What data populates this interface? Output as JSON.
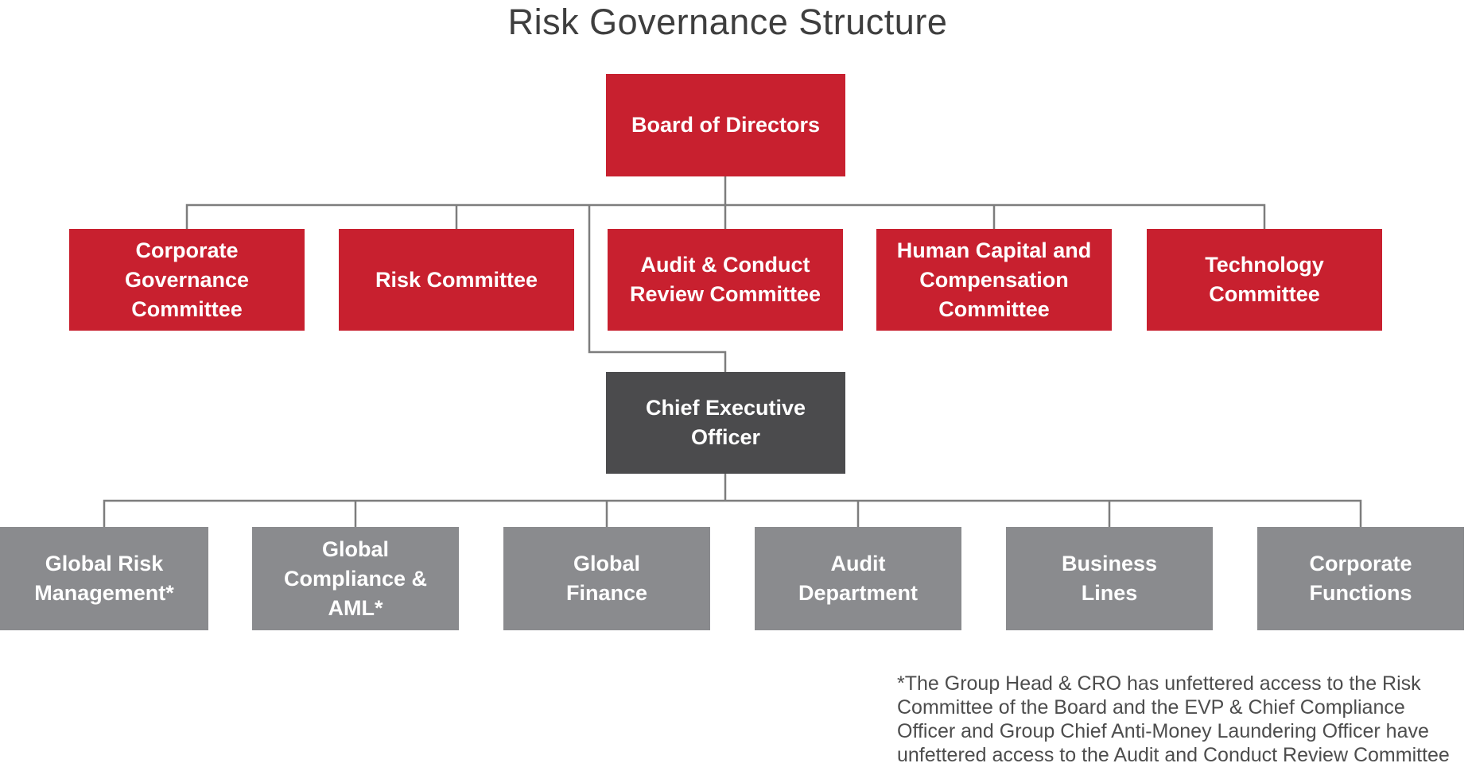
{
  "title": "Risk Governance Structure",
  "palette": {
    "committee_red": "#C8202F",
    "ceo_dark_gray": "#4B4B4D",
    "department_gray": "#8A8B8E",
    "connector_gray": "#7D7D7D",
    "title_text": "#3e3e3e",
    "node_text": "#ffffff"
  },
  "org": {
    "root": {
      "label": "Board of Directors"
    },
    "committees": [
      {
        "label": "Corporate\nGovernance\nCommittee"
      },
      {
        "label": "Risk Committee"
      },
      {
        "label": "Audit & Conduct\nReview Committee"
      },
      {
        "label": "Human Capital and\nCompensation\nCommittee"
      },
      {
        "label": "Technology\nCommittee"
      }
    ],
    "ceo": {
      "label": "Chief Executive\nOfficer"
    },
    "departments": [
      {
        "label": "Global Risk\nManagement*"
      },
      {
        "label": "Global\nCompliance &\nAML*"
      },
      {
        "label": "Global\nFinance"
      },
      {
        "label": "Audit\nDepartment"
      },
      {
        "label": "Business\nLines"
      },
      {
        "label": "Corporate\nFunctions"
      }
    ],
    "footnote": "*The Group Head & CRO has unfettered access to the Risk\nCommittee of the Board and the EVP & Chief Compliance\nOfficer and Group Chief Anti-Money Laundering Officer have\nunfettered access to the Audit and Conduct Review Committee"
  }
}
